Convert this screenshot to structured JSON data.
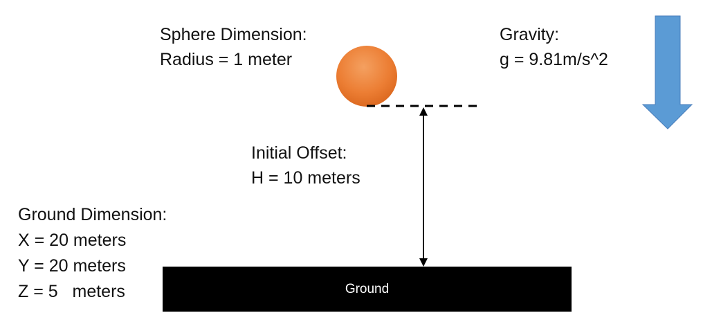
{
  "sphere": {
    "heading": "Sphere Dimension:",
    "value": "Radius = 1 meter",
    "color": "#E8742A"
  },
  "gravity": {
    "heading": "Gravity:",
    "value": "g = 9.81m/s^2",
    "arrow_color": "#5B9BD5",
    "icon": "down-arrow-icon"
  },
  "offset": {
    "heading": "Initial Offset:",
    "value": "H = 10 meters"
  },
  "ground_dimension": {
    "heading": "Ground Dimension:",
    "x": "X = 20 meters",
    "y": "Y = 20 meters",
    "z": "Z = 5   meters"
  },
  "ground": {
    "label": "Ground",
    "color": "#000000"
  }
}
